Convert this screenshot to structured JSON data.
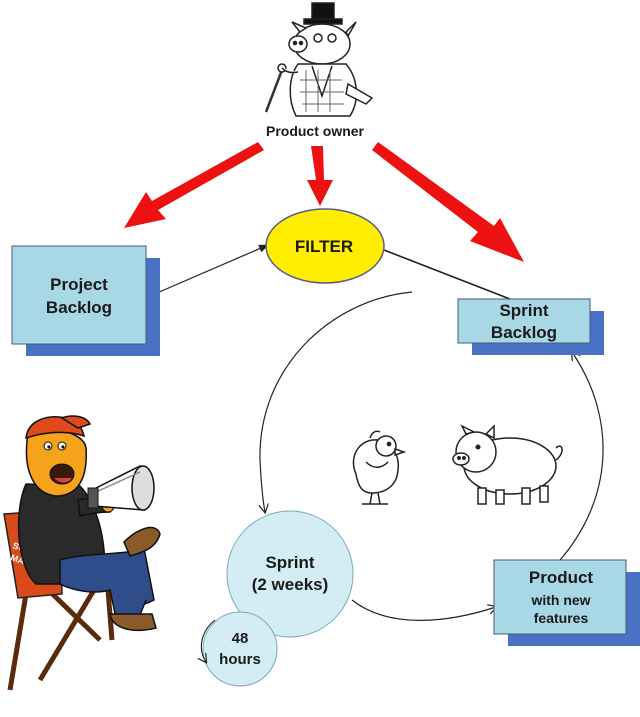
{
  "product_owner": {
    "label": "Product owner"
  },
  "filter": {
    "label": "FILTER"
  },
  "project_backlog": {
    "line1": "Project",
    "line2": "Backlog"
  },
  "sprint_backlog": {
    "line1": "Sprint",
    "line2": "Backlog"
  },
  "sprint": {
    "line1": "Sprint",
    "line2": "(2 weeks)"
  },
  "daily": {
    "line1": "48",
    "line2": "hours"
  },
  "product": {
    "line1": "Product",
    "line2": "with new",
    "line3": "features"
  },
  "scrum_master": {
    "chair_text1": "SCRUM",
    "chair_text2": "MASTER"
  },
  "colors": {
    "box_fill": "#a8d8e6",
    "box_shadow": "#4a72c4",
    "filter_fill": "#ffee00",
    "arrow_red": "#ee1111",
    "circle_fill": "#d4ecf4"
  },
  "icons": {
    "owner": "pig-with-top-hat-icon",
    "chick": "chick-icon",
    "pig": "pig-icon",
    "scrum_master": "scrum-master-megaphone-icon"
  }
}
